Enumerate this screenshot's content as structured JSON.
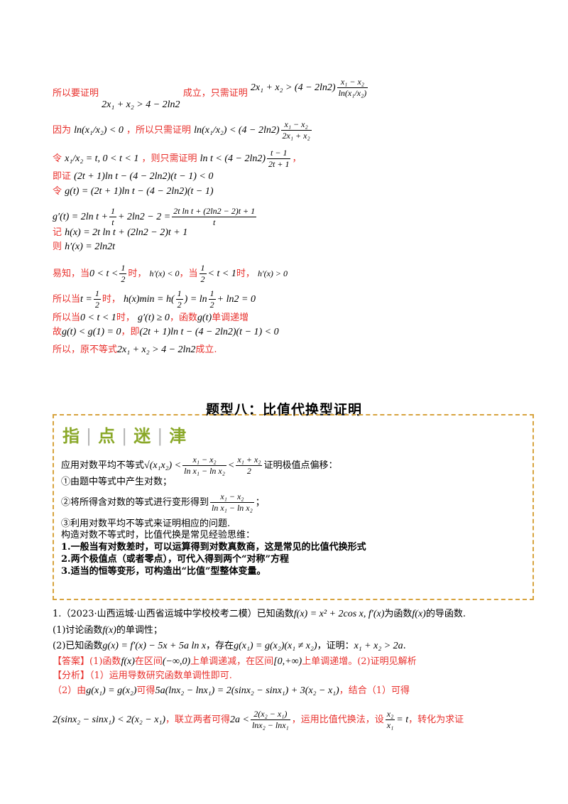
{
  "proof_lines": {
    "l1_prefix": "所以要证明",
    "l1_formula": "2x₁ + x₂ > 4 − 2ln2",
    "l1_mid": "成立，只需证明",
    "l1_formula2_left": "2x₁ + x₂ > (4 − 2ln2)",
    "l1_frac2_num": "x₁ − x₂",
    "l1_frac2_den": "ln(x₁/x₂)",
    "l2_prefix": "因为",
    "l2_formula": "ln(x₁/x₂) < 0",
    "l2_mid": "，所以只需证明",
    "l2_formula2_left": "ln(x₁/x₂) < (4 − 2ln2)",
    "l2_frac2_num": "x₁ − x₂",
    "l2_frac2_den": "2x₁ + x₂",
    "l3_prefix": "令",
    "l3_formula": "x₁/x₂ = t, 0 < t < 1",
    "l3_mid": "，则只需证明",
    "l3_formula2_left": "ln t < (4 − 2ln2)",
    "l3_frac_num": "t − 1",
    "l3_frac_den": "2t + 1",
    "l3_suffix": "，",
    "l4_prefix": "即证",
    "l4_formula": "(2t + 1)ln t − (4 − 2ln2)(t − 1) < 0",
    "l5_prefix": "令",
    "l5_formula": "g(t) = (2t + 1)ln t − (4 − 2ln2)(t − 1)",
    "l6_formula_left": "g′(t) = 2ln t +",
    "l6_frac1_num": "1",
    "l6_frac1_den": "t",
    "l6_formula_mid": "+ 2ln2 − 2 =",
    "l6_frac2_num": "2t ln t + (2ln2 − 2)t + 1",
    "l6_frac2_den": "t",
    "l7_prefix": "记",
    "l7_formula": "h(x) = 2t ln t + (2ln2 − 2)t + 1",
    "l8_prefix": "则",
    "l8_formula": "h′(x) = 2ln2t",
    "l9_prefix": "易知，当",
    "l9_formula1_left": "0 < t <",
    "l9_frac_num": "1",
    "l9_frac_den": "2",
    "l9_mid1": "时，",
    "l9_formula2": "h′(x) < 0",
    "l9_mid2": "，当",
    "l9_frac3_num": "1",
    "l9_frac3_den": "2",
    "l9_formula3_right": "< t < 1",
    "l9_mid3": "时，",
    "l9_formula4": "h′(x) > 0",
    "l10_prefix": "所以当",
    "l10_formula1_left": "t =",
    "l10_frac_num": "1",
    "l10_frac_den": "2",
    "l10_mid": "时，",
    "l10_formula2_left": "h(x)min = h(",
    "l10_frac2_num": "1",
    "l10_frac2_den": "2",
    "l10_formula2_mid": ") = ln",
    "l10_frac3_num": "1",
    "l10_frac3_den": "2",
    "l10_formula2_right": "+ ln2 = 0",
    "l11_prefix": "所以当",
    "l11_formula1": "0 < t < 1",
    "l11_mid": "时，",
    "l11_formula2": "g′(t) ≥ 0",
    "l11_mid2": "，函数",
    "l11_formula3": "g(t)",
    "l11_suffix": "单调递增",
    "l12_prefix": "故",
    "l12_formula1": "g(t) < g(1) = 0",
    "l12_mid": "，即",
    "l12_formula2": "(2t + 1)ln t − (4 − 2ln2)(t − 1) < 0",
    "l13_prefix": "所以，原不等式",
    "l13_formula": "2x₁ + x₂ > 4 − 2ln2",
    "l13_suffix": "成立."
  },
  "section_title": "题型八：比值代换型证明",
  "tip_box": {
    "banner": [
      "指",
      "点",
      "迷",
      "津"
    ],
    "p1_prefix": "应用对数平均不等式",
    "p1_formula_a": "√(x₁x₂) <",
    "p1_frac_num": "x₁ − x₂",
    "p1_frac_den": "ln x₁ − ln x₂",
    "p1_formula_b": "<",
    "p1_frac2_num": "x₁ + x₂",
    "p1_frac2_den": "2",
    "p1_suffix": "证明极值点偏移：",
    "p2": "①由题中等式中产生对数；",
    "p3_prefix": "②将所得含对数的等式进行变形得到",
    "p3_frac_num": "x₁ − x₂",
    "p3_frac_den": "ln x₁ − ln x₂",
    "p3_suffix": "；",
    "p4": "③利用对数平均不等式来证明相应的问题.",
    "p5": "构造对数不等式时，比值代换是常见经验思维：",
    "b1": "1.一般当有对数差时，可以运算得到对数真数商，这是常见的比值代换形式",
    "b2": "2.两个极值点（或者零点），可代入得到两个“对称”方程",
    "b3": "3.适当的恒等变形，可构造出“比值”型整体变量。"
  },
  "problem": {
    "q1_prefix": "1.（2023·山西运城·山西省运城中学校校考二模）已知函数",
    "q1_formula": "f(x) = x² + 2cos x, f′(x)",
    "q1_mid": "为函数",
    "q1_formula2": "f(x)",
    "q1_suffix": "的导函数.",
    "q2_prefix": "(1)讨论函数",
    "q2_formula": "f(x)",
    "q2_suffix": "的单调性；",
    "q3_prefix": "(2)已知函数",
    "q3_formula": "g(x) = f′(x) − 5x + 5a ln x",
    "q3_mid": "，存在",
    "q3_formula2": "g(x₁) = g(x₂)(x₁ ≠ x₂)",
    "q3_mid2": "，证明：",
    "q3_formula3": "x₁ + x₂ > 2a",
    "q3_suffix": ".",
    "ans_label": "【答案】",
    "ans_text1": "(1)函数",
    "ans_formula1": "f(x)",
    "ans_text2": "在区间",
    "ans_formula2": "(−∞,0)",
    "ans_text3": "上单调递减，在区间",
    "ans_formula3": "[0,+∞)",
    "ans_text4": "上单调递增。(2)证明见解析",
    "ana_label": "【分析】",
    "ana_text": "（1）运用导数研究函数单调性即可.",
    "ana2_prefix": "（2）由",
    "ana2_formula1": "g(x₁) = g(x₂)",
    "ana2_mid": "可得",
    "ana2_formula2": "5a(lnx₂ − lnx₁) = 2(sinx₂ − sinx₁) + 3(x₂ − x₁)",
    "ana2_suffix": "，结合（1）可得",
    "ana3_formula1": "2(sinx₂ − sinx₁) < 2(x₂ − x₁)",
    "ana3_mid": "，联立两者可得",
    "ana3_formula2_left": "2a <",
    "ana3_frac_num": "2(x₂ − x₁)",
    "ana3_frac_den": "lnx₂ − lnx₁",
    "ana3_mid2": "，运用比值代换法，设",
    "ana3_frac2_num": "x₂",
    "ana3_frac2_den": "x₁",
    "ana3_formula3": "= t",
    "ana3_suffix": "，转化为求证"
  }
}
